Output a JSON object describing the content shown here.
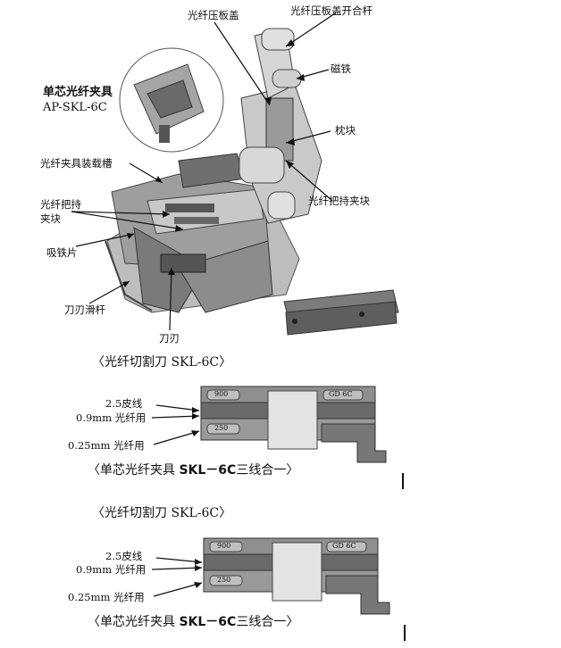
{
  "figure1": {
    "labels": {
      "press_cover": "光纤压板盖",
      "press_cover_lever": "光纤压板盖开合杆",
      "magnet": "磁铁",
      "pillow_block": "枕块",
      "holder_block_right": "光纤把持夹块",
      "clamp_title_line1": "单芯光纤夹具",
      "clamp_title_line2": "AP-SKL-6C",
      "clamp_slot": "光纤夹具装载槽",
      "holder_block_left_line1": "光纤把持",
      "holder_block_left_line2": "夹块",
      "iron_plate": "吸铁片",
      "blade_slider": "刀刃滑杆",
      "blade": "刀刃"
    },
    "caption": "〈光纤切割刀 SKL-6C〉"
  },
  "figure2": {
    "labels": {
      "wire_25": "2.5皮线",
      "fiber_09": "0.9mm 光纤用",
      "fiber_025": "0.25mm 光纤用"
    },
    "clamp_marks": {
      "left_top": "900",
      "left_bottom": "250",
      "right_top": "GD 6C"
    },
    "caption_prefix": "〈单芯光纤夹具 ",
    "caption_bold": "SKL－6C",
    "caption_suffix": "三线合一〉"
  },
  "caption_repeat": "〈光纤切割刀 SKL-6C〉",
  "figure3": {
    "labels": {
      "wire_25": "2.5皮线",
      "fiber_09": "0.9mm 光纤用",
      "fiber_025": "0.25mm 光纤用"
    },
    "clamp_marks": {
      "left_top": "900",
      "left_bottom": "250",
      "right_top": "GD 6C"
    },
    "caption_prefix": "〈单芯光纤夹具 ",
    "caption_bold": "SKL－6C",
    "caption_suffix": "三线合一〉"
  }
}
